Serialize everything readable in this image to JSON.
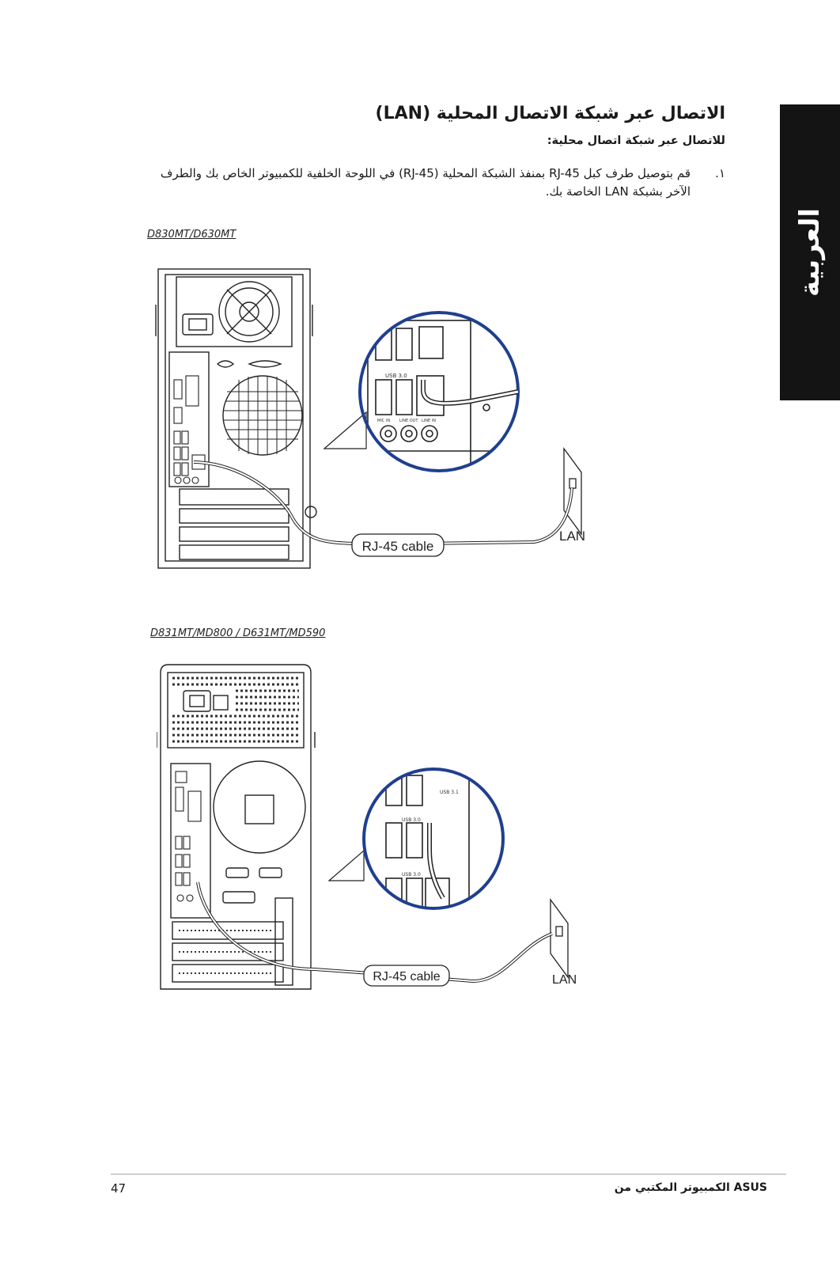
{
  "side_tab": {
    "label": "العربية"
  },
  "section": {
    "title": "الاتصال عبر شبكة الاتصال المحلية (LAN)",
    "subtitle": "للاتصال عبر شبكة اتصال محلية:",
    "step_number": "١.",
    "step_text": "قم بتوصيل طرف كبل RJ-45 بمنفذ الشبكة المحلية (RJ-45) في اللوحة الخلفية للكمبيوتر الخاص بك والطرف الآخر بشبكة LAN الخاصة بك."
  },
  "figures": [
    {
      "model": "D830MT/D630MT",
      "cable_label": "RJ-45 cable",
      "lan_label": "LAN",
      "port_labels": [
        "USB 3.0",
        "MIC IN",
        "LINE OUT",
        "LINE IN"
      ]
    },
    {
      "model": "D831MT/MD800 / D631MT/MD590",
      "cable_label": "RJ-45 cable",
      "lan_label": "LAN",
      "port_labels": [
        "USB 3.1",
        "USB 3.0",
        "USB 3.0"
      ]
    }
  ],
  "footer": {
    "page_number": "47",
    "brand": "ASUS الكمبيوتر المكتبي من"
  },
  "colors": {
    "accent_ring": "#1f3f8f",
    "tab_bg": "#141414"
  }
}
